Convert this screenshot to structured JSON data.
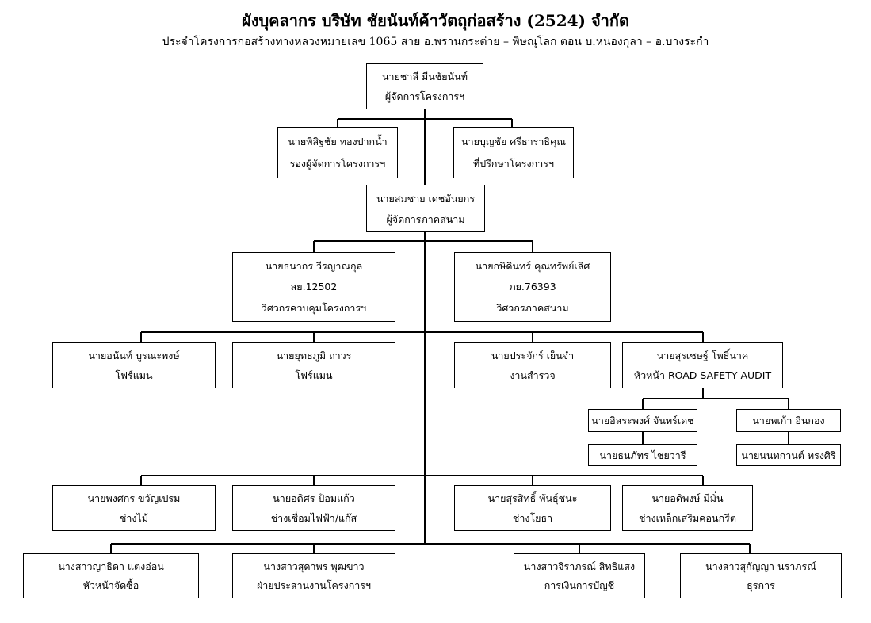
{
  "title": "ผังบุคลากร บริษัท ชัยนันท์ค้าวัตถุก่อสร้าง (2524) จำกัด",
  "subtitle": "ประจำโครงการก่อสร้างทางหลวงหมายเลข 1065 สาย อ.พรานกระต่าย – พิษณุโลก ตอน บ.หนองกุลา – อ.บางระกำ",
  "nodes": {
    "project_manager": {
      "name": "นายชาลี มีนชัยนันท์",
      "role": "ผู้จัดการโครงการฯ"
    },
    "deputy_manager": {
      "name": "นายพิสิฐชัย ทองปากน้ำ",
      "role": "รองผู้จัดการโครงการฯ"
    },
    "advisor": {
      "name": "นายบุญชัย ศรีธาราธิคุณ",
      "role": "ที่ปรึกษาโครงการฯ"
    },
    "field_manager": {
      "name": "นายสมชาย เดชอันยกร",
      "role": "ผู้จัดการภาคสนาม"
    },
    "control_engineer": {
      "name": "นายธนากร วีรญาณกุล",
      "license": "สย.12502",
      "role": "วิศวกรควบคุมโครงการฯ"
    },
    "field_engineer": {
      "name": "นายกษิดินทร์ คุณทรัพย์เลิศ",
      "license": "ภย.76393",
      "role": "วิศวกรภาคสนาม"
    },
    "foreman1": {
      "name": "นายอนันท์ บูรณะพงษ์",
      "role": "โฟร์แมน"
    },
    "foreman2": {
      "name": "นายยุทธภูมิ ถาวร",
      "role": "โฟร์แมน"
    },
    "surveyor": {
      "name": "นายประจักร์ เย็นจำ",
      "role": "งานสำรวจ"
    },
    "rsa_head": {
      "name": "นายสุรเชษฐ์ โพธิ์นาค",
      "role": "หัวหน้า ROAD SAFETY AUDIT"
    },
    "rsa_a1": {
      "name": "นายอิสระพงศ์ จันทร์เดช"
    },
    "rsa_a2": {
      "name": "นายธนภัทร ไชยวารี"
    },
    "rsa_b1": {
      "name": "นายพเก้า อินกอง"
    },
    "rsa_b2": {
      "name": "นายนนทกานต์ ทรงศิริ"
    },
    "carpenter": {
      "name": "นายพงศกร ขวัญเปรม",
      "role": "ช่างไม้"
    },
    "welder": {
      "name": "นายอดิศร ป้อมแก้ว",
      "role": "ช่างเชื่อมไฟฟ้า/แก๊ส"
    },
    "plumber": {
      "name": "นายสุรสิทธิ์ พันธุ์ชนะ",
      "role": "ช่างโยธา"
    },
    "rebar": {
      "name": "นายอดิพงษ์ มีมั่น",
      "role": "ช่างเหล็กเสริมคอนกรีต"
    },
    "procurement": {
      "name": "นางสาวญาธิดา แตงอ่อน",
      "role": "หัวหน้าจัดซื้อ"
    },
    "coordinator": {
      "name": "นางสาวสุดาพร พุฒขาว",
      "role": "ฝ่ายประสานงานโครงการฯ"
    },
    "finance": {
      "name": "นางสาวจิราภรณ์ สิทธิแสง",
      "role": "การเงินการบัญชี"
    },
    "admin": {
      "name": "นางสาวสุกัญญา นราภรณ์",
      "role": "ธุรการ"
    }
  }
}
